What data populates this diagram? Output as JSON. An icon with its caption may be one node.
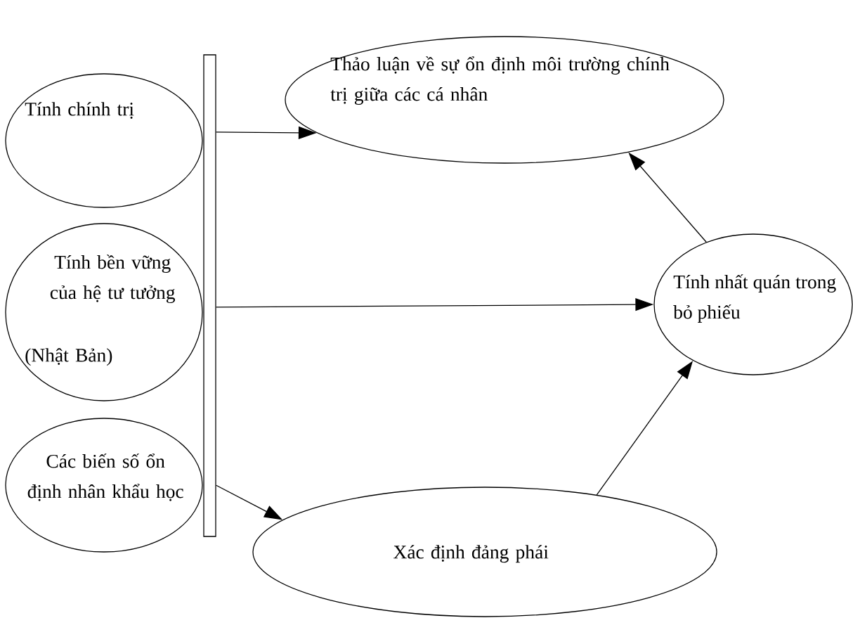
{
  "diagram": {
    "nodes": [
      {
        "text": [
          "Tính chính trị"
        ]
      },
      {
        "text": [
          "Tính bền vững của hệ tư tưởng",
          "(Nhật Bản)"
        ]
      },
      {
        "text": [
          "Các biến số ổn định nhân khẩu học"
        ]
      },
      {
        "text": [],
        "shape": "bar"
      },
      {
        "text": [
          "Thảo luận về sự ổn định môi trường chính trị giữa các cá nhân"
        ]
      },
      {
        "text": [
          "Tính nhất quán trong bỏ phiếu"
        ]
      },
      {
        "text": [
          "Xác định đảng phái"
        ]
      }
    ],
    "edges": [
      {
        "from": 3,
        "to": 4,
        "arrow": "to"
      },
      {
        "from": 3,
        "to": 5,
        "arrow": "to"
      },
      {
        "from": 3,
        "to": 6,
        "arrow": "to"
      },
      {
        "from": 6,
        "to": 5,
        "arrow": "to"
      },
      {
        "from": 5,
        "to": 4,
        "arrow": "to"
      }
    ]
  }
}
